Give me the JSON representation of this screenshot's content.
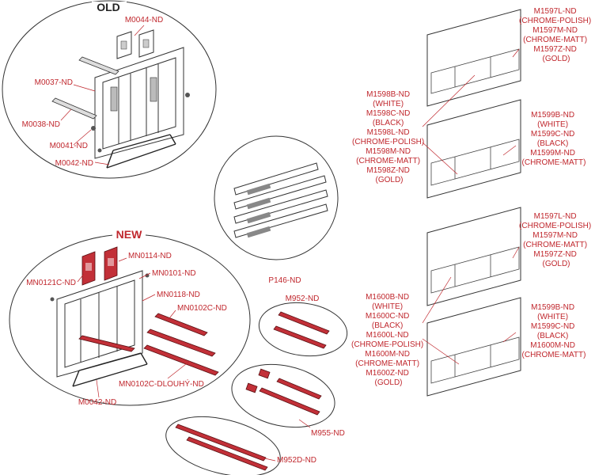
{
  "sections": {
    "old": {
      "title": "OLD"
    },
    "new": {
      "title": "NEW"
    }
  },
  "labels": {
    "m0044": "M0044-ND",
    "m0037": "M0037-ND",
    "m0038": "M0038-ND",
    "m0041": "M0041-ND",
    "m0042_old": "M0042-ND",
    "p146": "P146-ND",
    "mn0114": "MN0114-ND",
    "mn0121c": "MN0121C-ND",
    "mn0101": "MN0101-ND",
    "mn0118": "MN0118-ND",
    "mn0102c": "MN0102C-ND",
    "mn0102c_long": "MN0102C-DLOUHÝ-ND",
    "m0042_new": "M0042-ND",
    "m952": "M952-ND",
    "m955": "M955-ND",
    "m952d": "M952D-ND"
  },
  "plate_groups": [
    {
      "lines": [
        "M1597L-ND",
        "(CHROME-POLISH)",
        "M1597M-ND",
        "(CHROME-MATT)",
        "M1597Z-ND",
        "(GOLD)"
      ]
    },
    {
      "lines": [
        "M1598B-ND",
        "(WHITE)",
        "M1598C-ND",
        "(BLACK)",
        "M1598L-ND",
        "(CHROME-POLISH)",
        "M1598M-ND",
        "(CHROME-MATT)",
        "M1598Z-ND",
        "(GOLD)"
      ]
    },
    {
      "lines": [
        "M1599B-ND",
        "(WHITE)",
        "M1599C-ND",
        "(BLACK)",
        "M1599M-ND",
        "(CHROME-MATT)"
      ]
    },
    {
      "lines": [
        "M1597L-ND",
        "(CHROME-POLISH)",
        "M1597M-ND",
        "(CHROME-MATT)",
        "M1597Z-ND",
        "(GOLD)"
      ]
    },
    {
      "lines": [
        "M1600B-ND",
        "(WHITE)",
        "M1600C-ND",
        "(BLACK)",
        "M1600L-ND",
        "(CHROME-POLISH)",
        "M1600M-ND",
        "(CHROME-MATT)",
        "M1600Z-ND",
        "(GOLD)"
      ]
    },
    {
      "lines": [
        "M1599B-ND",
        "(WHITE)",
        "M1599C-ND",
        "(BLACK)",
        "M1600M-ND",
        "(CHROME-MATT)"
      ]
    }
  ],
  "colors": {
    "label": "#c0272d",
    "new_part": "#c23038",
    "outline": "#333333"
  }
}
